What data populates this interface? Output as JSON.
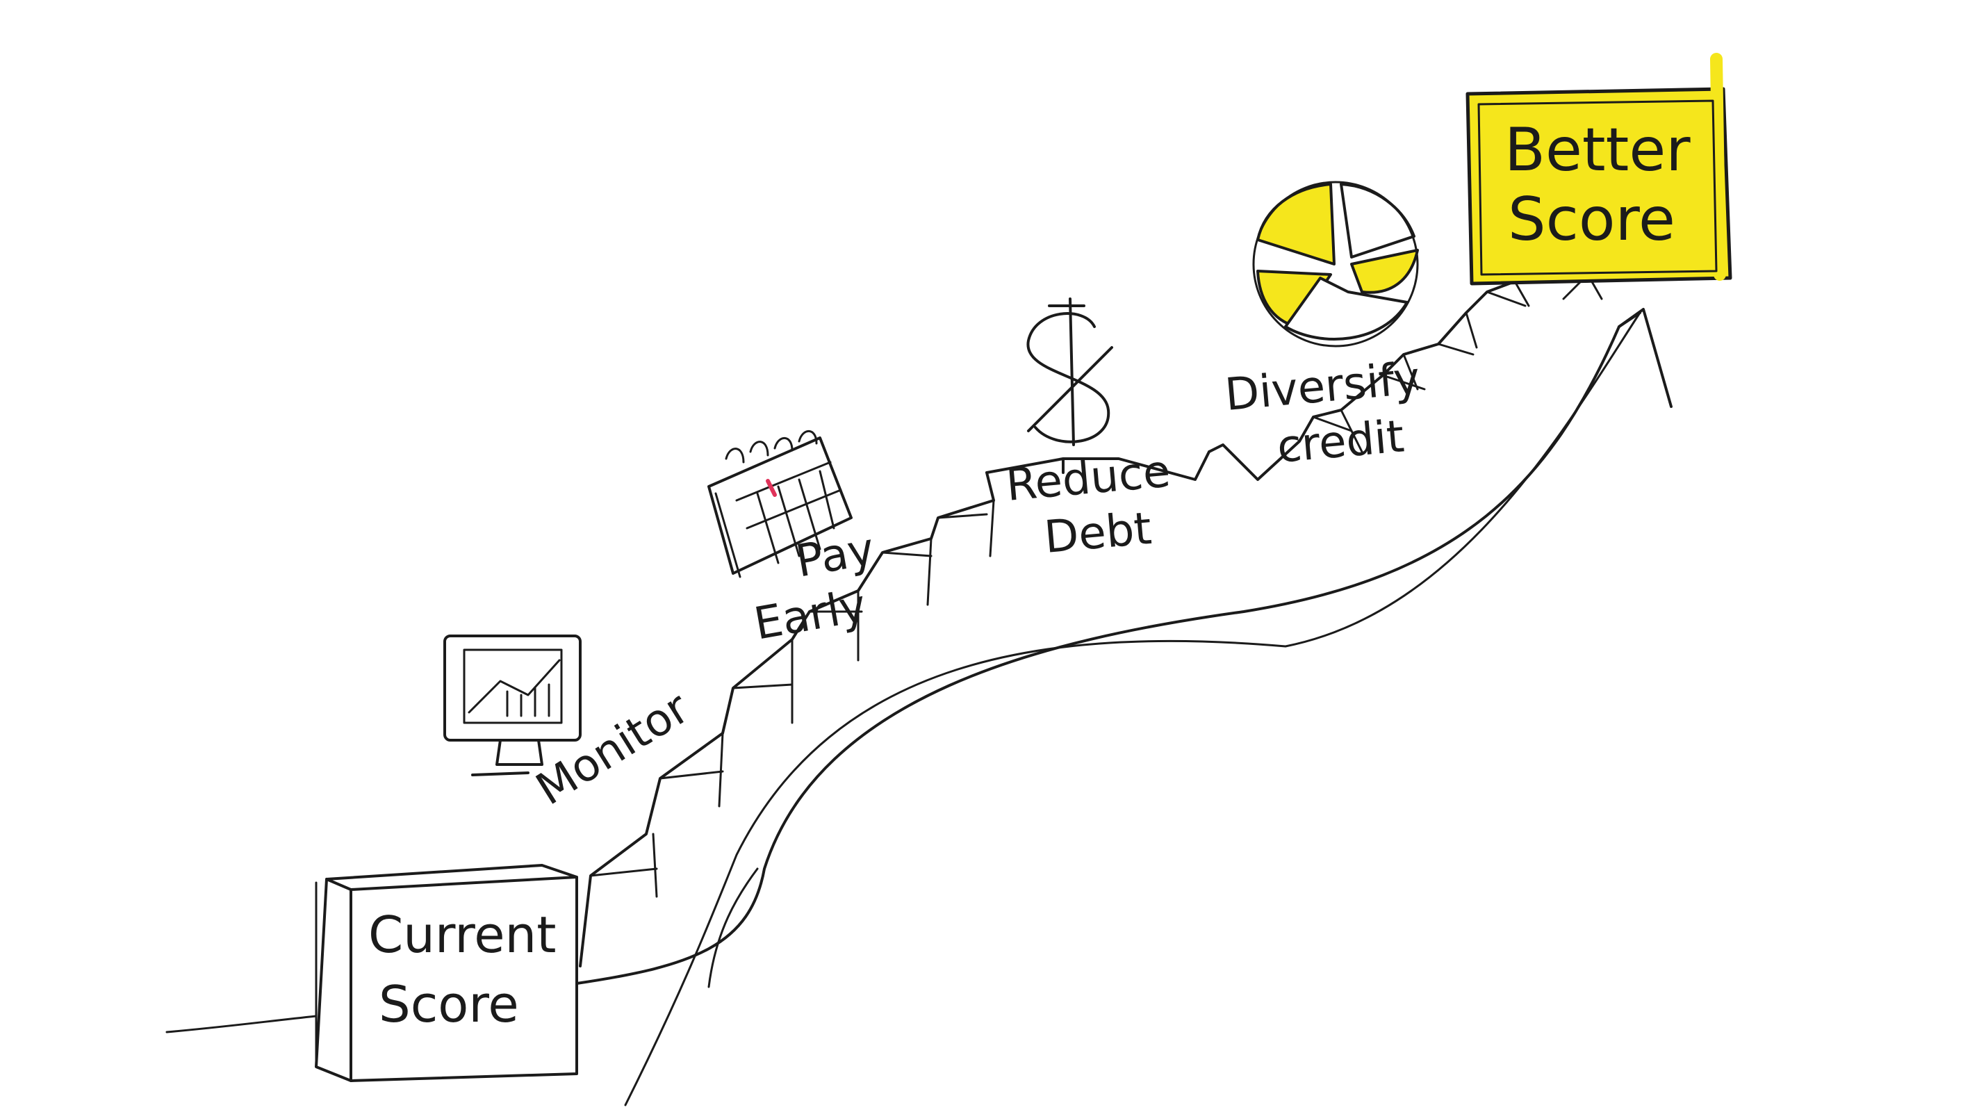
{
  "boxes": {
    "start": {
      "line1": "Current",
      "line2": "Score"
    },
    "goal": {
      "line1": "Better",
      "line2": "Score"
    }
  },
  "steps": [
    {
      "icon": "monitor-chart-icon",
      "label_lines": [
        "Monitor"
      ]
    },
    {
      "icon": "calendar-icon",
      "label_lines": [
        "Pay",
        "Early"
      ]
    },
    {
      "icon": "dollar-crossed-icon",
      "label_lines": [
        "Reduce",
        "Debt"
      ]
    },
    {
      "icon": "pie-chart-icon",
      "label_lines": [
        "Diversify",
        "credit"
      ]
    }
  ],
  "colors": {
    "highlight": "#f5e61c",
    "ink": "#1b1b1b",
    "check_mark": "#e0335a"
  }
}
